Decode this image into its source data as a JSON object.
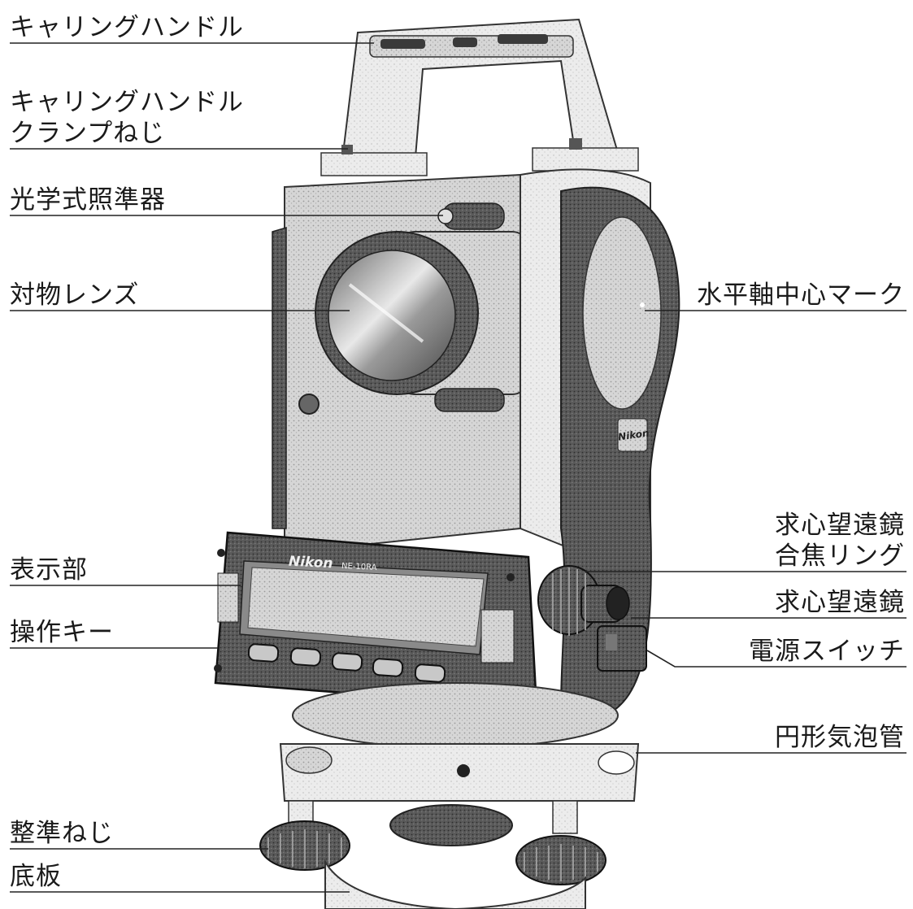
{
  "brand": "Nikon",
  "model": "NE-10RA",
  "keys": [
    "",
    "",
    "",
    "",
    ""
  ],
  "labels": {
    "carrying_handle": "キャリングハンドル",
    "handle_clamp_line1": "キャリングハンドル",
    "handle_clamp_line2": "クランプねじ",
    "optical_sight": "光学式照準器",
    "objective_lens": "対物レンズ",
    "horizontal_axis_mark": "水平軸中心マーク",
    "display": "表示部",
    "operation_keys": "操作キー",
    "plummet_focus_line1": "求心望遠鏡",
    "plummet_focus_line2": "合焦リング",
    "optical_plummet": "求心望遠鏡",
    "power_switch": "電源スイッチ",
    "circular_level": "円形気泡管",
    "leveling_screw": "整準ねじ",
    "base_plate": "底板"
  }
}
